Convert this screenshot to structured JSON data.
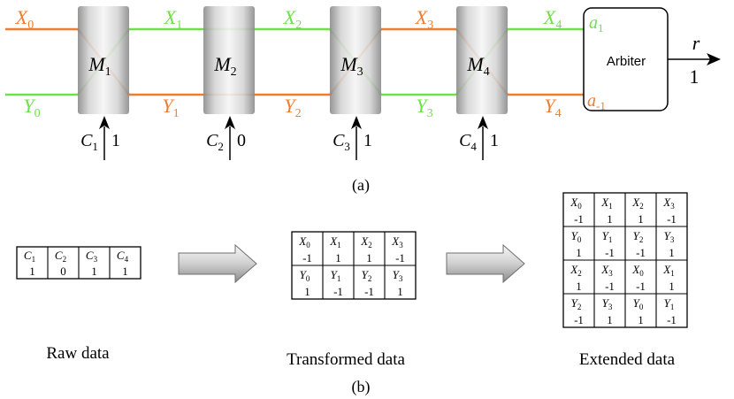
{
  "colors": {
    "x_line": "#ed7d31",
    "y_line": "#6fe04a",
    "black": "#000000",
    "module_edge": "#8f8f8f",
    "module_center": "#f4f4f4"
  },
  "part_a": {
    "caption": "(a)",
    "modules": [
      {
        "label": "M",
        "sub": "1",
        "control": {
          "label": "C",
          "sub": "1",
          "value": "1"
        }
      },
      {
        "label": "M",
        "sub": "2",
        "control": {
          "label": "C",
          "sub": "2",
          "value": "0"
        }
      },
      {
        "label": "M",
        "sub": "3",
        "control": {
          "label": "C",
          "sub": "3",
          "value": "1"
        }
      },
      {
        "label": "M",
        "sub": "4",
        "control": {
          "label": "C",
          "sub": "4",
          "value": "1"
        }
      }
    ],
    "top_signals": [
      {
        "label": "X",
        "sub": "0",
        "color": "orange"
      },
      {
        "label": "X",
        "sub": "1",
        "color": "green"
      },
      {
        "label": "X",
        "sub": "2",
        "color": "green"
      },
      {
        "label": "X",
        "sub": "3",
        "color": "orange"
      },
      {
        "label": "X",
        "sub": "4",
        "color": "green"
      }
    ],
    "bottom_signals": [
      {
        "label": "Y",
        "sub": "0",
        "color": "green"
      },
      {
        "label": "Y",
        "sub": "1",
        "color": "orange"
      },
      {
        "label": "Y",
        "sub": "2",
        "color": "orange"
      },
      {
        "label": "Y",
        "sub": "3",
        "color": "green"
      },
      {
        "label": "Y",
        "sub": "4",
        "color": "orange"
      }
    ],
    "arbiter": {
      "label": "Arbiter",
      "in_top": {
        "label": "a",
        "sub": "1"
      },
      "in_bottom": {
        "label": "a",
        "sub": "-1"
      },
      "output_label": "r",
      "output_value": "1"
    }
  },
  "part_b": {
    "caption": "(b)",
    "raw": {
      "title": "Raw data",
      "rows": [
        [
          {
            "n": "C",
            "s": "1"
          },
          {
            "n": "C",
            "s": "2"
          },
          {
            "n": "C",
            "s": "3"
          },
          {
            "n": "C",
            "s": "4"
          }
        ],
        [
          {
            "n": "1",
            "s": ""
          },
          {
            "n": "0",
            "s": ""
          },
          {
            "n": "1",
            "s": ""
          },
          {
            "n": "1",
            "s": ""
          }
        ]
      ]
    },
    "transformed": {
      "title": "Transformed data",
      "rows": [
        [
          {
            "n": "X",
            "s": "0"
          },
          {
            "n": "X",
            "s": "1"
          },
          {
            "n": "X",
            "s": "2"
          },
          {
            "n": "X",
            "s": "3"
          }
        ],
        [
          {
            "n": "-1",
            "s": ""
          },
          {
            "n": "1",
            "s": ""
          },
          {
            "n": "1",
            "s": ""
          },
          {
            "n": "-1",
            "s": ""
          }
        ],
        [
          {
            "n": "Y",
            "s": "0"
          },
          {
            "n": "Y",
            "s": "1"
          },
          {
            "n": "Y",
            "s": "2"
          },
          {
            "n": "Y",
            "s": "3"
          }
        ],
        [
          {
            "n": "1",
            "s": ""
          },
          {
            "n": "-1",
            "s": ""
          },
          {
            "n": "-1",
            "s": ""
          },
          {
            "n": "1",
            "s": ""
          }
        ]
      ]
    },
    "extended": {
      "title": "Extended data",
      "rows": [
        [
          {
            "n": "X",
            "s": "0"
          },
          {
            "n": "X",
            "s": "1"
          },
          {
            "n": "X",
            "s": "2"
          },
          {
            "n": "X",
            "s": "3"
          }
        ],
        [
          {
            "n": "-1",
            "s": ""
          },
          {
            "n": "1",
            "s": ""
          },
          {
            "n": "1",
            "s": ""
          },
          {
            "n": "-1",
            "s": ""
          }
        ],
        [
          {
            "n": "Y",
            "s": "0"
          },
          {
            "n": "Y",
            "s": "1"
          },
          {
            "n": "Y",
            "s": "2"
          },
          {
            "n": "Y",
            "s": "3"
          }
        ],
        [
          {
            "n": "1",
            "s": ""
          },
          {
            "n": "-1",
            "s": ""
          },
          {
            "n": "-1",
            "s": ""
          },
          {
            "n": "1",
            "s": ""
          }
        ],
        [
          {
            "n": "X",
            "s": "2"
          },
          {
            "n": "X",
            "s": "3"
          },
          {
            "n": "X",
            "s": "0"
          },
          {
            "n": "X",
            "s": "1"
          }
        ],
        [
          {
            "n": "1",
            "s": ""
          },
          {
            "n": "-1",
            "s": ""
          },
          {
            "n": "-1",
            "s": ""
          },
          {
            "n": "1",
            "s": ""
          }
        ],
        [
          {
            "n": "Y",
            "s": "2"
          },
          {
            "n": "Y",
            "s": "3"
          },
          {
            "n": "Y",
            "s": "0"
          },
          {
            "n": "Y",
            "s": "1"
          }
        ],
        [
          {
            "n": "-1",
            "s": ""
          },
          {
            "n": "1",
            "s": ""
          },
          {
            "n": "1",
            "s": ""
          },
          {
            "n": "-1",
            "s": ""
          }
        ]
      ]
    }
  }
}
